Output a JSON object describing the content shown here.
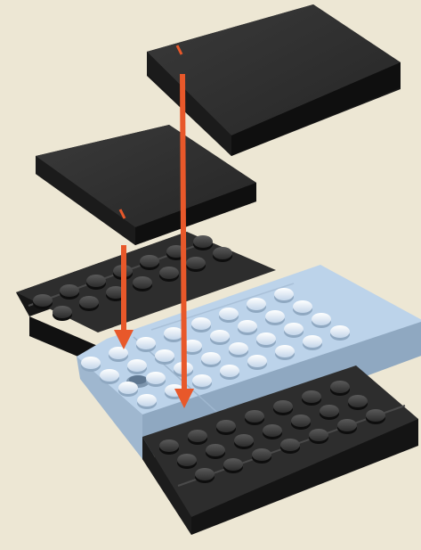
{
  "diagram": {
    "type": "exploded-assembly",
    "background_color": "#ede7d4",
    "colors": {
      "dark_piece": "#2a2a2a",
      "light_piece": "#bcd3ea",
      "arrow": "#e8582a"
    },
    "parts": [
      {
        "name": "large-dark-tile",
        "kind": "tile",
        "color": "dark"
      },
      {
        "name": "small-dark-tile",
        "kind": "tile",
        "color": "dark"
      },
      {
        "name": "dark-plate-top-left",
        "kind": "plate",
        "color": "dark"
      },
      {
        "name": "light-blue-plate",
        "kind": "plate",
        "color": "light-blue"
      },
      {
        "name": "dark-plate-bottom-right",
        "kind": "plate",
        "color": "dark"
      }
    ],
    "arrows": [
      {
        "from": "small-dark-tile",
        "to": "light-blue-plate",
        "icon": "down-arrow-icon"
      },
      {
        "from": "large-dark-tile",
        "to": "light-blue-plate",
        "icon": "down-arrow-icon"
      }
    ]
  }
}
